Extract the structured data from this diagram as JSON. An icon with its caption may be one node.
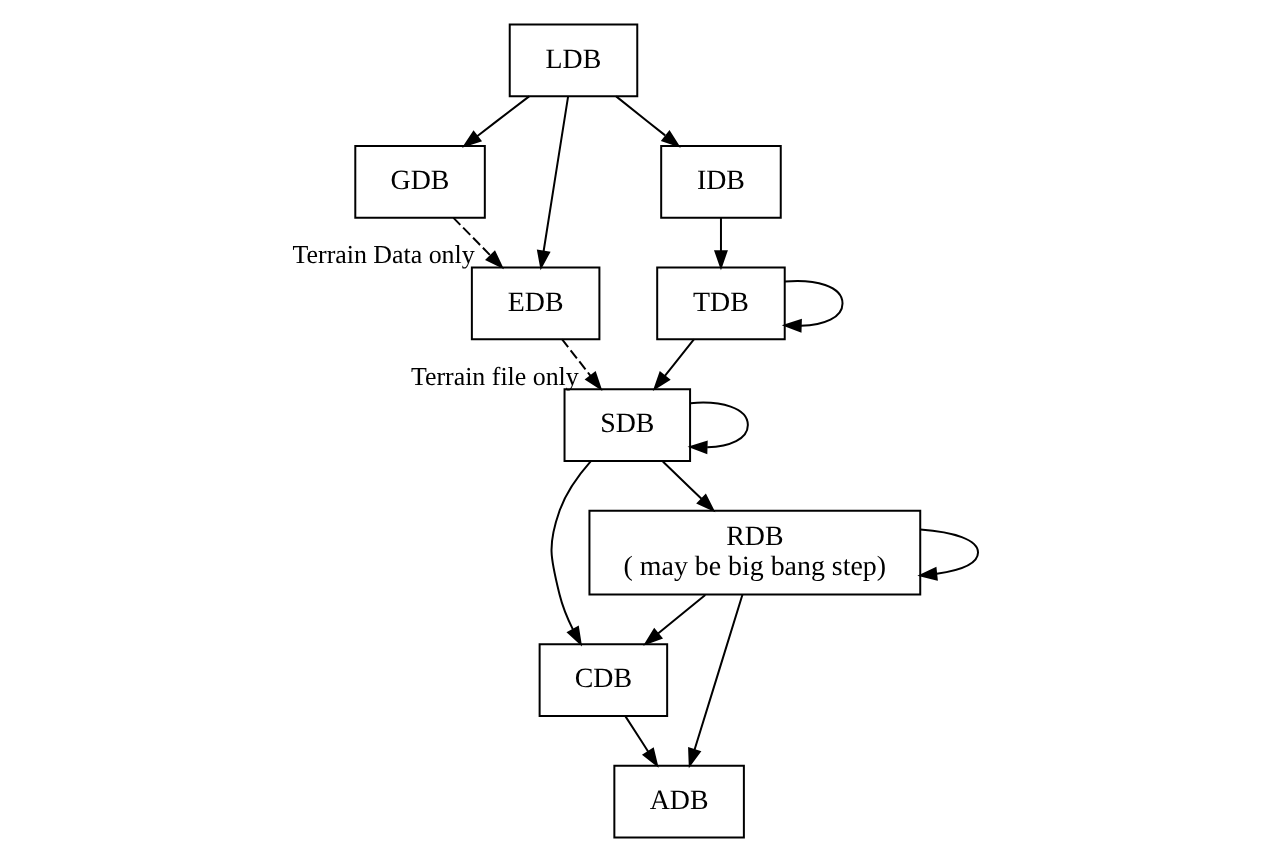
{
  "diagram": {
    "nodes": [
      {
        "text": [
          "GDB"
        ]
      },
      {
        "text": [
          "EDB"
        ]
      },
      {
        "text": [
          "LDB"
        ]
      },
      {
        "text": [
          "IDB"
        ]
      },
      {
        "text": [
          "TDB"
        ]
      },
      {
        "text": [
          "SDB"
        ]
      },
      {
        "text": [
          "RDB",
          "( may be big bang step)"
        ]
      },
      {
        "text": [
          "CDB"
        ]
      },
      {
        "text": [
          "ADB"
        ]
      }
    ],
    "edges": [
      {
        "from": 2,
        "to": 0,
        "arrow": "to"
      },
      {
        "from": 2,
        "to": 1,
        "arrow": "to"
      },
      {
        "from": 0,
        "to": 1,
        "arrow": "to",
        "style": "dashed",
        "label": "Terrain Data only"
      },
      {
        "from": 2,
        "to": 3,
        "arrow": "to"
      },
      {
        "from": 3,
        "to": 4,
        "arrow": "to"
      },
      {
        "from": 4,
        "to": 4,
        "arrow": "to"
      },
      {
        "from": 4,
        "to": 5,
        "arrow": "to"
      },
      {
        "from": 1,
        "to": 5,
        "arrow": "to",
        "style": "dashed",
        "label": "Terrain file only"
      },
      {
        "from": 5,
        "to": 5,
        "arrow": "to"
      },
      {
        "from": 5,
        "to": 6,
        "arrow": "to"
      },
      {
        "from": 6,
        "to": 6,
        "arrow": "to"
      },
      {
        "from": 5,
        "to": 7,
        "arrow": "to"
      },
      {
        "from": 6,
        "to": 7,
        "arrow": "to"
      },
      {
        "from": 6,
        "to": 8,
        "arrow": "to"
      },
      {
        "from": 7,
        "to": 8,
        "arrow": "to"
      }
    ]
  }
}
